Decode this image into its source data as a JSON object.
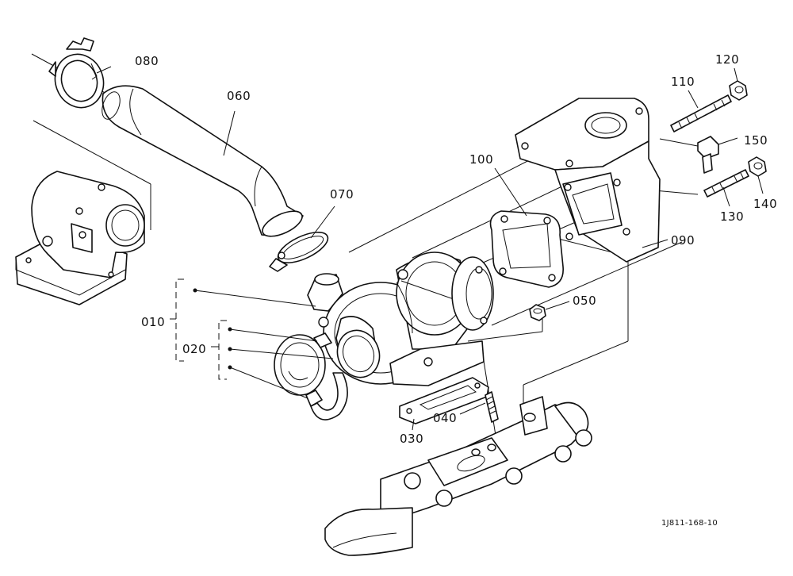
{
  "diagram": {
    "part_labels": {
      "p010": "010",
      "p020": "020",
      "p030": "030",
      "p040": "040",
      "p050": "050",
      "p060": "060",
      "p070": "070",
      "p080": "080",
      "p090": "090",
      "p100": "100",
      "p110": "110",
      "p120": "120",
      "p130": "130",
      "p140": "140",
      "p150": "150"
    },
    "drawing_code": "1J811-168-10"
  }
}
